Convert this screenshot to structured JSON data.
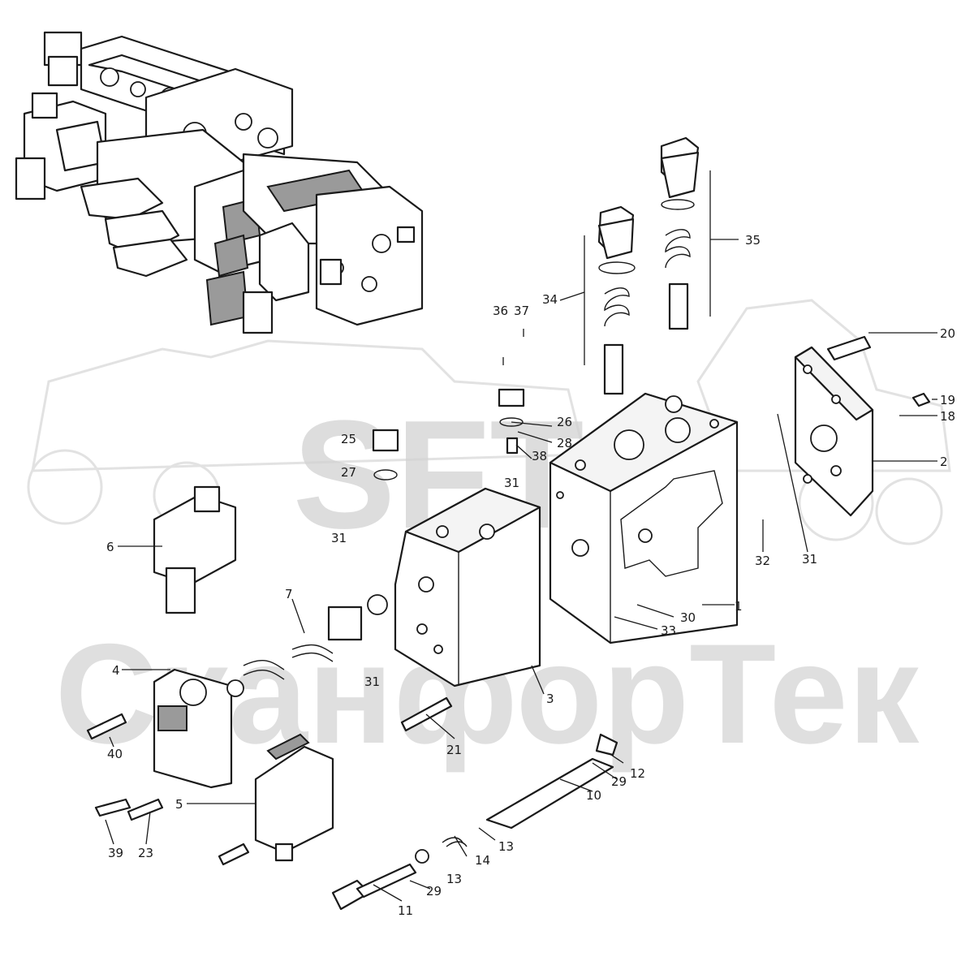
{
  "watermark": {
    "brand": "SFT",
    "company": "СканфорТек"
  },
  "callouts": [
    {
      "id": "c1",
      "label": "1"
    },
    {
      "id": "c2",
      "label": "2"
    },
    {
      "id": "c3",
      "label": "3"
    },
    {
      "id": "c4",
      "label": "4"
    },
    {
      "id": "c5",
      "label": "5"
    },
    {
      "id": "c6",
      "label": "6"
    },
    {
      "id": "c7",
      "label": "7"
    },
    {
      "id": "c10",
      "label": "10"
    },
    {
      "id": "c11",
      "label": "11"
    },
    {
      "id": "c12",
      "label": "12"
    },
    {
      "id": "c13a",
      "label": "13"
    },
    {
      "id": "c13b",
      "label": "13"
    },
    {
      "id": "c14",
      "label": "14"
    },
    {
      "id": "c18",
      "label": "18"
    },
    {
      "id": "c19",
      "label": "19"
    },
    {
      "id": "c20",
      "label": "20"
    },
    {
      "id": "c21",
      "label": "21"
    },
    {
      "id": "c23",
      "label": "23"
    },
    {
      "id": "c25",
      "label": "25"
    },
    {
      "id": "c26",
      "label": "26"
    },
    {
      "id": "c27",
      "label": "27"
    },
    {
      "id": "c28",
      "label": "28"
    },
    {
      "id": "c29a",
      "label": "29"
    },
    {
      "id": "c29b",
      "label": "29"
    },
    {
      "id": "c30",
      "label": "30"
    },
    {
      "id": "c31a",
      "label": "31"
    },
    {
      "id": "c31b",
      "label": "31"
    },
    {
      "id": "c31c",
      "label": "31"
    },
    {
      "id": "c31d",
      "label": "31"
    },
    {
      "id": "c32",
      "label": "32"
    },
    {
      "id": "c33",
      "label": "33"
    },
    {
      "id": "c34",
      "label": "34"
    },
    {
      "id": "c35",
      "label": "35"
    },
    {
      "id": "c36",
      "label": "36"
    },
    {
      "id": "c37",
      "label": "37"
    },
    {
      "id": "c38",
      "label": "38"
    },
    {
      "id": "c39",
      "label": "39"
    },
    {
      "id": "c40",
      "label": "40"
    }
  ]
}
